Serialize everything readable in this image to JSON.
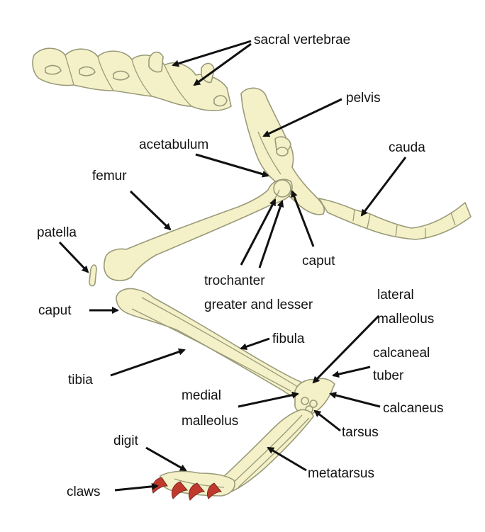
{
  "colors": {
    "bone_fill": "#f4f1c8",
    "bone_stroke": "#9a9a7a",
    "claw": "#c0392b",
    "text": "#111111",
    "arrow": "#111111"
  },
  "labels": {
    "sacral_vertebrae": "sacral vertebrae",
    "pelvis": "pelvis",
    "acetabulum": "acetabulum",
    "cauda": "cauda",
    "femur": "femur",
    "patella": "patella",
    "caput_femur": "caput",
    "trochanter": "trochanter",
    "greater_and_lesser": "greater and lesser",
    "caput_tibia": "caput",
    "lateral": "lateral",
    "malleolus_lateral": "malleolus",
    "fibula": "fibula",
    "calcaneal": "calcaneal",
    "tuber": "tuber",
    "tibia": "tibia",
    "medial": "medial",
    "malleolus_medial": "malleolus",
    "calcaneus": "calcaneus",
    "tarsus": "tarsus",
    "digit": "digit",
    "metatarsus": "metatarsus",
    "claws": "claws"
  }
}
